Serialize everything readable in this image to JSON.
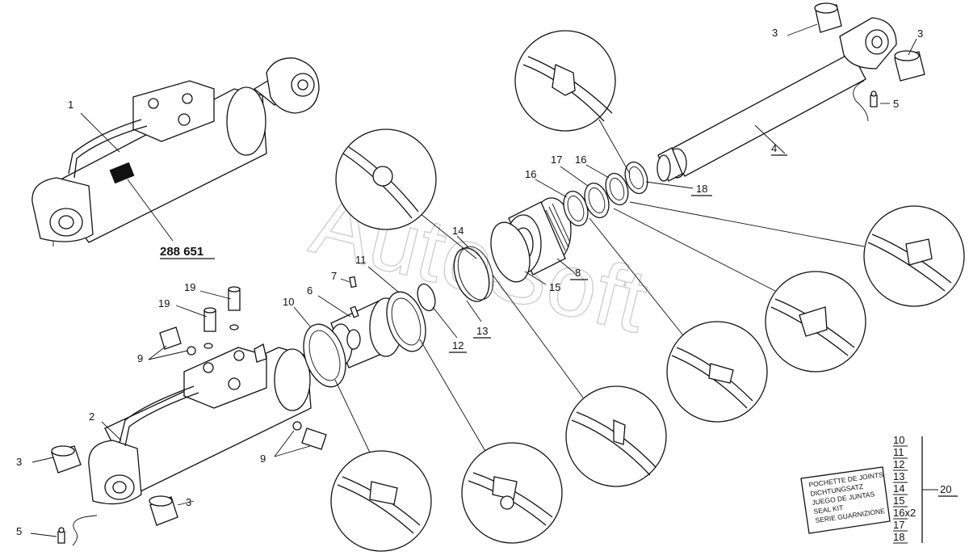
{
  "watermark": "AutoSoft",
  "reference_number": "288 651",
  "callouts": [
    "1",
    "2",
    "3",
    "3",
    "3",
    "3",
    "4",
    "5",
    "5",
    "6",
    "7",
    "8",
    "9",
    "9",
    "10",
    "11",
    "12",
    "13",
    "14",
    "15",
    "16",
    "16",
    "17",
    "18",
    "19",
    "19",
    "20"
  ],
  "kit_box": {
    "lines": [
      "POCHETTE DE JOINTS",
      "DICHTUNGSATZ",
      "JUEGO DE JUNTAS",
      "SEAL KIT",
      "SERIE GUARNIZIONE"
    ]
  },
  "kit_list": [
    "10",
    "11",
    "12",
    "13",
    "14",
    "15",
    "16x2",
    "17",
    "18"
  ],
  "kit_number": "20"
}
